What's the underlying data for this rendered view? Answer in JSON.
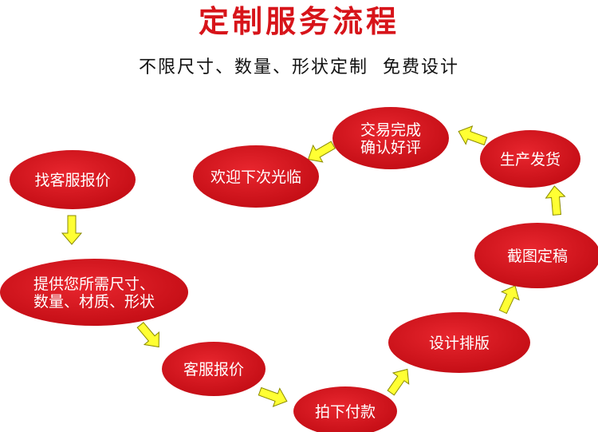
{
  "header": {
    "title": "定制服务流程",
    "subtitle": "不限尺寸、数量、形状定制  免费设计"
  },
  "colors": {
    "title": "#d7141a",
    "subtitle": "#111111",
    "node_fill": "#d3101a",
    "node_text": "#ffffff",
    "arrow_fill": "#ffff33",
    "arrow_stroke": "#8a8a00"
  },
  "steps": [
    {
      "id": "step-1",
      "lines": [
        "找客服报价"
      ]
    },
    {
      "id": "step-2",
      "lines": [
        "提供您所需尺寸、",
        "数量、材质、形状"
      ]
    },
    {
      "id": "step-3",
      "lines": [
        "客服报价"
      ]
    },
    {
      "id": "step-4",
      "lines": [
        "拍下付款"
      ]
    },
    {
      "id": "step-5",
      "lines": [
        "设计排版"
      ]
    },
    {
      "id": "step-6",
      "lines": [
        "截图定稿"
      ]
    },
    {
      "id": "step-7",
      "lines": [
        "生产发货"
      ]
    },
    {
      "id": "step-8",
      "lines": [
        "交易完成",
        "确认好评"
      ]
    },
    {
      "id": "step-9",
      "lines": [
        "欢迎下次光临"
      ]
    }
  ]
}
